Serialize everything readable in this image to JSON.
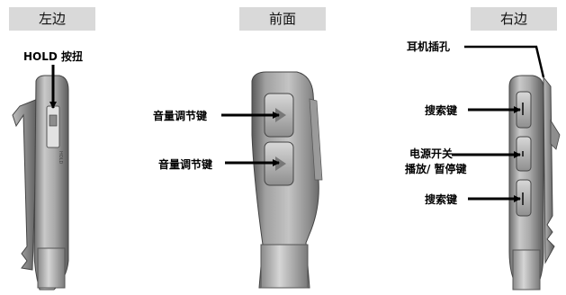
{
  "headers": {
    "left": "左边",
    "front": "前面",
    "right": "右边"
  },
  "left_view": {
    "hold_label": "HOLD 按扭",
    "switch_text": "HOLD"
  },
  "front_view": {
    "volume_label_top": "音量调节键",
    "volume_label_bottom": "音量调节键"
  },
  "right_view": {
    "earphone_label": "耳机插孔",
    "search_label_top": "搜索键",
    "power_label": "电源开关",
    "play_label": "播放/ 暂停键",
    "search_label_bottom": "搜索键"
  }
}
